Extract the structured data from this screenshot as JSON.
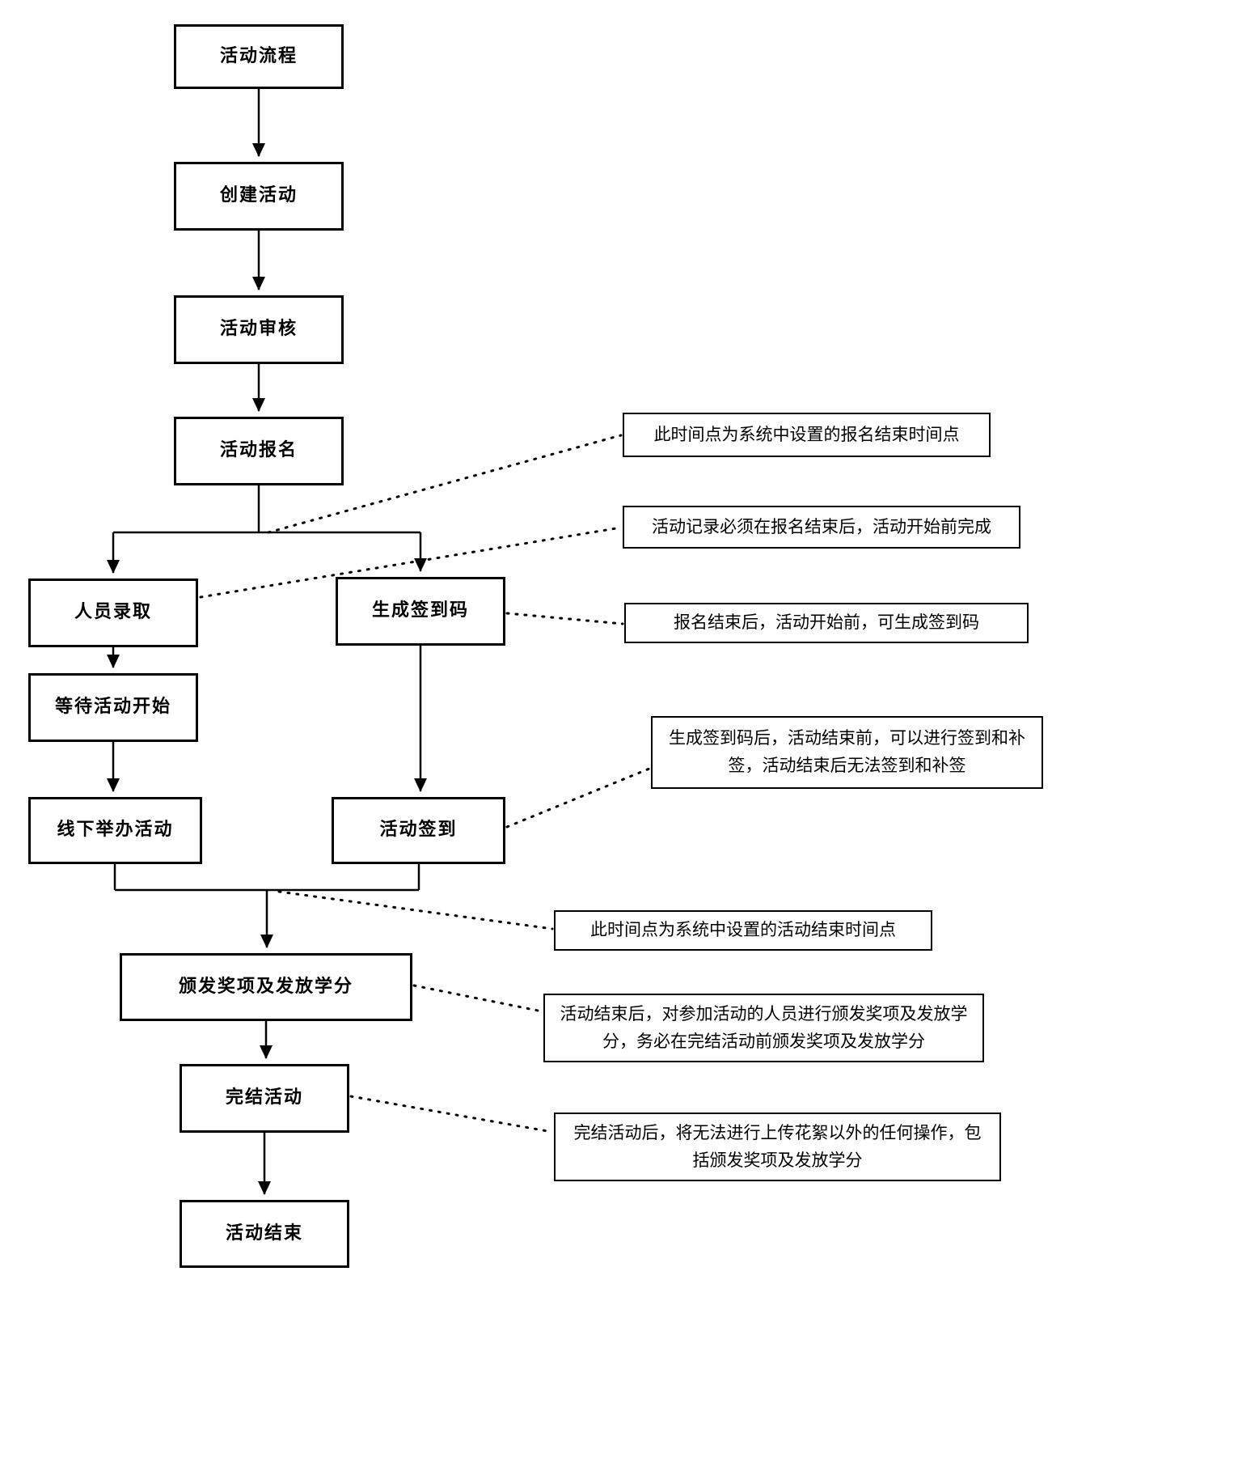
{
  "diagram": {
    "title": "活动流程",
    "nodes": {
      "start": "活动流程",
      "create": "创建活动",
      "review": "活动审核",
      "signup": "活动报名",
      "admit": "人员录取",
      "generate_code": "生成签到码",
      "wait_start": "等待活动开始",
      "offline_hold": "线下举办活动",
      "checkin": "活动签到",
      "award": "颁发奖项及发放学分",
      "finish": "完结活动",
      "end": "活动结束"
    },
    "annotations": {
      "signup_deadline": "此时间点为系统中设置的报名结束时间点",
      "record_timing": "活动记录必须在报名结束后，活动开始前完成",
      "code_timing": "报名结束后，活动开始前，可生成签到码",
      "checkin_rules": "生成签到码后，活动结束前，可以进行签到和补签，活动结束后无法签到和补签",
      "end_time": "此时间点为系统中设置的活动结束时间点",
      "award_rules": "活动结束后，对参加活动的人员进行颁发奖项及发放学分，务必在完结活动前颁发奖项及发放学分",
      "finish_rules": "完结活动后，将无法进行上传花絮以外的任何操作，包括颁发奖项及发放学分"
    },
    "colors": {
      "stroke": "#000000",
      "background": "#ffffff"
    }
  }
}
